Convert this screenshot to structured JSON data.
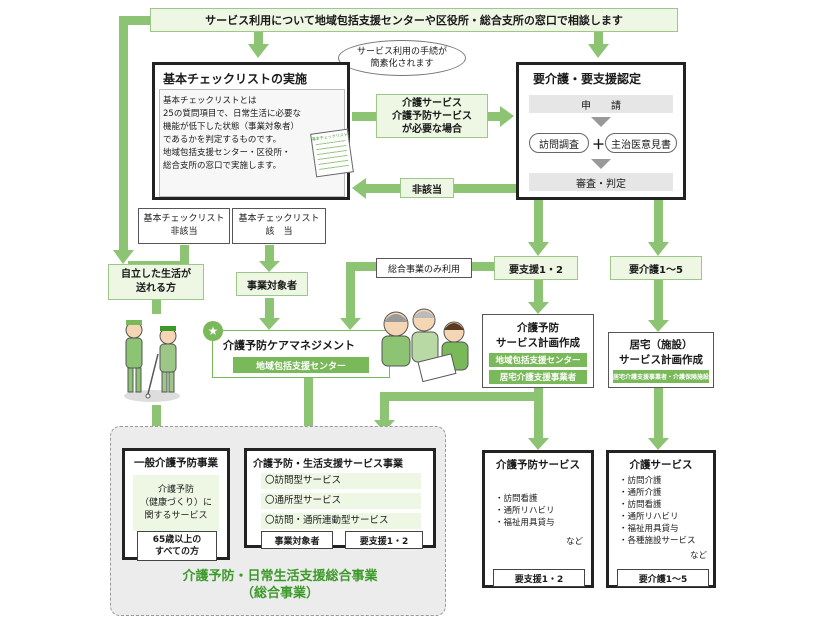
{
  "top_banner": "サービス利用について地域包括支援センターや区役所・総合支所の窓口で相談します",
  "speech_bubble": {
    "line1": "サービス利用の手続が",
    "line2": "簡素化されます"
  },
  "checklist": {
    "title": "基本チェックリストの実施",
    "desc": [
      "基本チェックリストとは",
      "25の質問項目で、日常生活に必要な",
      "機能が低下した状態（事業対象者）",
      "であるかを判定するものです。",
      "地域包括支援センター・区役所・",
      "総合支所の窓口で実施します。"
    ],
    "sheet_title": "基本チェックリスト",
    "branch_not": {
      "line1": "基本チェックリスト",
      "line2": "非該当"
    },
    "branch_yes": {
      "line1": "基本チェックリスト",
      "line2": "該　当"
    }
  },
  "care_cert": {
    "title": "要介護・要支援認定",
    "apply": "申　　請",
    "visit": "訪問調査",
    "plus": "＋",
    "doctor": "主治医意見書",
    "review": "審査・判定"
  },
  "need_service": {
    "line1": "介護サービス",
    "line2": "介護予防サービス",
    "line3": "が必要な場合"
  },
  "not_applicable": "非該当",
  "self_reliant": {
    "line1": "自立した生活が",
    "line2": "送れる方"
  },
  "target_person": "事業対象者",
  "only_sogo": "総合事業のみ利用",
  "support12": "要支援1・2",
  "care15": "要介護1～5",
  "kcm": {
    "star": "★",
    "title": "介護予防ケアマネジメント",
    "center": "地域包括支援センター"
  },
  "prev_plan": {
    "line1": "介護予防",
    "line2": "サービス計画作成",
    "org1": "地域包括支援センター",
    "org2": "居宅介護支援事業者"
  },
  "home_plan": {
    "line1": "居宅（施設）",
    "line2": "サービス計画作成",
    "org": "居宅介護支援事業者・介護保険施設"
  },
  "general": {
    "title": "一般介護予防事業",
    "body": [
      "介護予防",
      "（健康づくり）に",
      "関するサービス"
    ],
    "target": [
      "65歳以上の",
      "すべての方"
    ]
  },
  "livelihood": {
    "title": "介護予防・生活支援サービス事業",
    "items": [
      "〇訪問型サービス",
      "〇通所型サービス",
      "〇訪問・通所連動型サービス"
    ],
    "tag1": "事業対象者",
    "tag2": "要支援1・2"
  },
  "sogo_title": {
    "line1": "介護予防・日常生活支援総合事業",
    "line2": "（総合事業）"
  },
  "prev_services": {
    "title": "介護予防サービス",
    "items": [
      "・訪問看護",
      "・通所リハビリ",
      "・福祉用具貸与"
    ],
    "etc": "など",
    "tag": "要支援1・2"
  },
  "care_services": {
    "title": "介護サービス",
    "items": [
      "・訪問介護",
      "・通所介護",
      "・訪問看護",
      "・通所リハビリ",
      "・福祉用具貸与",
      "・各種施設サービス"
    ],
    "etc": "など",
    "tag": "要介護1～5"
  },
  "colors": {
    "green": "#79b95a",
    "light_green": "#eef6e4",
    "gray_panel": "#ececec",
    "dark_green": "#3d9a2a"
  }
}
